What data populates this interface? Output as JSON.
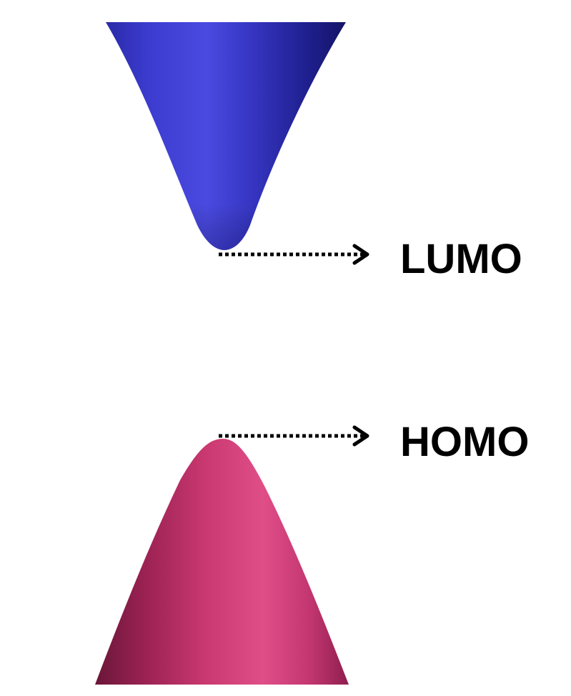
{
  "colors": {
    "background": "#ffffff",
    "conduction_band": "#3535c8",
    "valence_band": "#c8306e",
    "arrow": "#000000",
    "text": "#000000"
  },
  "conduction_band": {
    "shape": "upward-opening paraboloid (cone)",
    "label": "LUMO"
  },
  "valence_band": {
    "shape": "downward-opening paraboloid (cone)",
    "label": "HOMO"
  },
  "arrows": {
    "style": "dotted line with open arrowhead",
    "direction": "right"
  }
}
